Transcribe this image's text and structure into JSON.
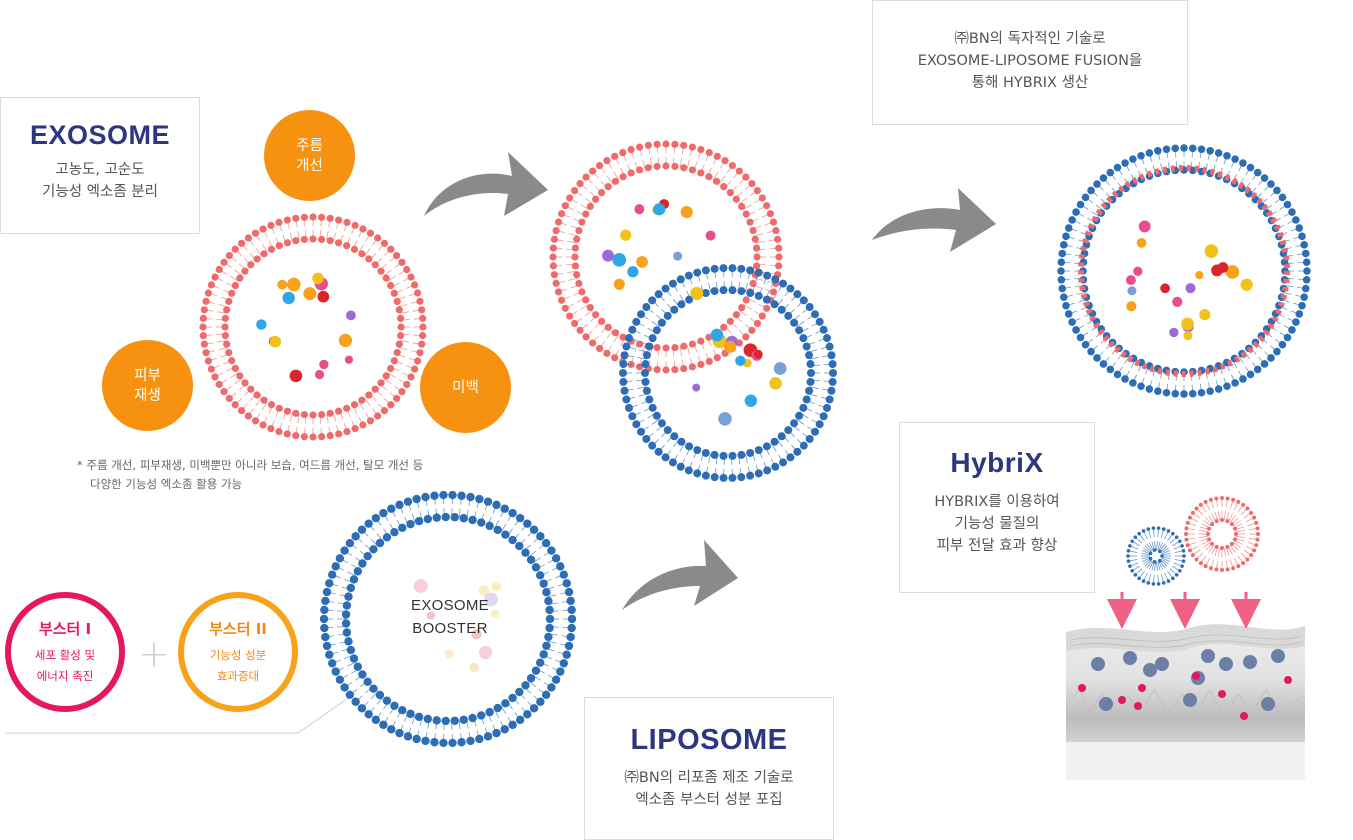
{
  "exosome": {
    "title": "EXOSOME",
    "desc_line1": "고농도, 고순도",
    "desc_line2": "기능성 엑소좀 분리"
  },
  "benefits": {
    "wrinkle_line1": "주름",
    "wrinkle_line2": "개선",
    "skin_line1": "피부",
    "skin_line2": "재생",
    "whitening": "미백"
  },
  "footnote": {
    "line1": "*  주름 개선, 피부재생, 미백뿐만 아니라  보습, 여드름 개선, 탈모 개선 등",
    "line2": "다양한 기능성 엑소좀 활용 가능"
  },
  "booster1": {
    "title": "부스터 I",
    "line1": "세포 활성 및",
    "line2": "에너지 촉진"
  },
  "booster2": {
    "title": "부스터 II",
    "line1": "기능성 성분",
    "line2": "효과증대"
  },
  "plus_sign": "+",
  "exosome_booster": {
    "line1": "EXOSOME",
    "line2": "BOOSTER"
  },
  "liposome": {
    "title": "LIPOSOME",
    "desc_line1": "㈜BN의 리포좀 제조 기술로",
    "desc_line2": "엑소좀 부스터 성분 포집"
  },
  "fusion": {
    "line1": "㈜BN의 독자적인 기술로",
    "line2": "EXOSOME-LIPOSOME FUSION을",
    "line3": "통해 HYBRIX 생산"
  },
  "hybrix": {
    "title": "HybriX",
    "desc_line1": "HYBRIX를 이용하여",
    "desc_line2": "기능성 물질의",
    "desc_line3": "피부 전달 효과 향상"
  },
  "colors": {
    "navy": "#2e3680",
    "orange": "#f6920f",
    "exosome_red": "#ee5b5b",
    "liposome_blue": "#2c6db5",
    "booster1_magenta": "#e4185c",
    "booster2_orange": "#f7a21b",
    "arrow_gray": "#8a8a8a"
  }
}
